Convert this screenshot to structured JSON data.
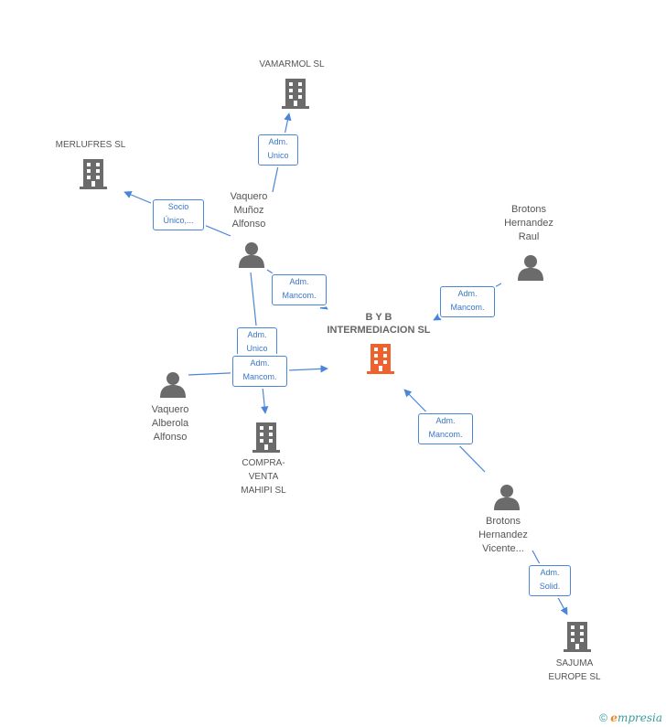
{
  "nodes": {
    "main": {
      "label": "B Y B\nINTERMEDIACION SL",
      "type": "company",
      "highlight": "#f0622d"
    },
    "vamarmol": {
      "label": "VAMARMOL SL",
      "type": "company"
    },
    "merlufres": {
      "label": "MERLUFRES SL",
      "type": "company"
    },
    "vaquero_munoz": {
      "label": "Vaquero\nMuñoz\nAlfonso",
      "type": "person"
    },
    "brotons_raul": {
      "label": "Brotons\nHernandez\nRaul",
      "type": "person"
    },
    "vaquero_alberola": {
      "label": "Vaquero\nAlberola\nAlfonso",
      "type": "person"
    },
    "compraventa": {
      "label": "COMPRA-\nVENTA\nMAHIPI SL",
      "type": "company"
    },
    "brotons_vicente": {
      "label": "Brotons\nHernandez\nVicente...",
      "type": "person"
    },
    "sajuma": {
      "label": "SAJUMA\nEUROPE SL",
      "type": "company"
    }
  },
  "edges": {
    "munoz_vamarmol": "Adm.\nUnico",
    "munoz_merlufres": "Socio\nÚnico,...",
    "munoz_main": "Adm.\nMancom.",
    "munoz_compraventa": "Adm.\nUnico",
    "alberola_main": "Adm.\nMancom.",
    "raul_main": "Adm.\nMancom.",
    "vicente_main": "Adm.\nMancom.",
    "vicente_sajuma": "Adm.\nSolid."
  },
  "colors": {
    "company": "#6b6b6b",
    "person": "#6b6b6b",
    "edge": "#4a86d8",
    "main": "#f0622d"
  },
  "footer": {
    "copyright": "©",
    "brand_e": "e",
    "brand_rest": "mpresia"
  }
}
